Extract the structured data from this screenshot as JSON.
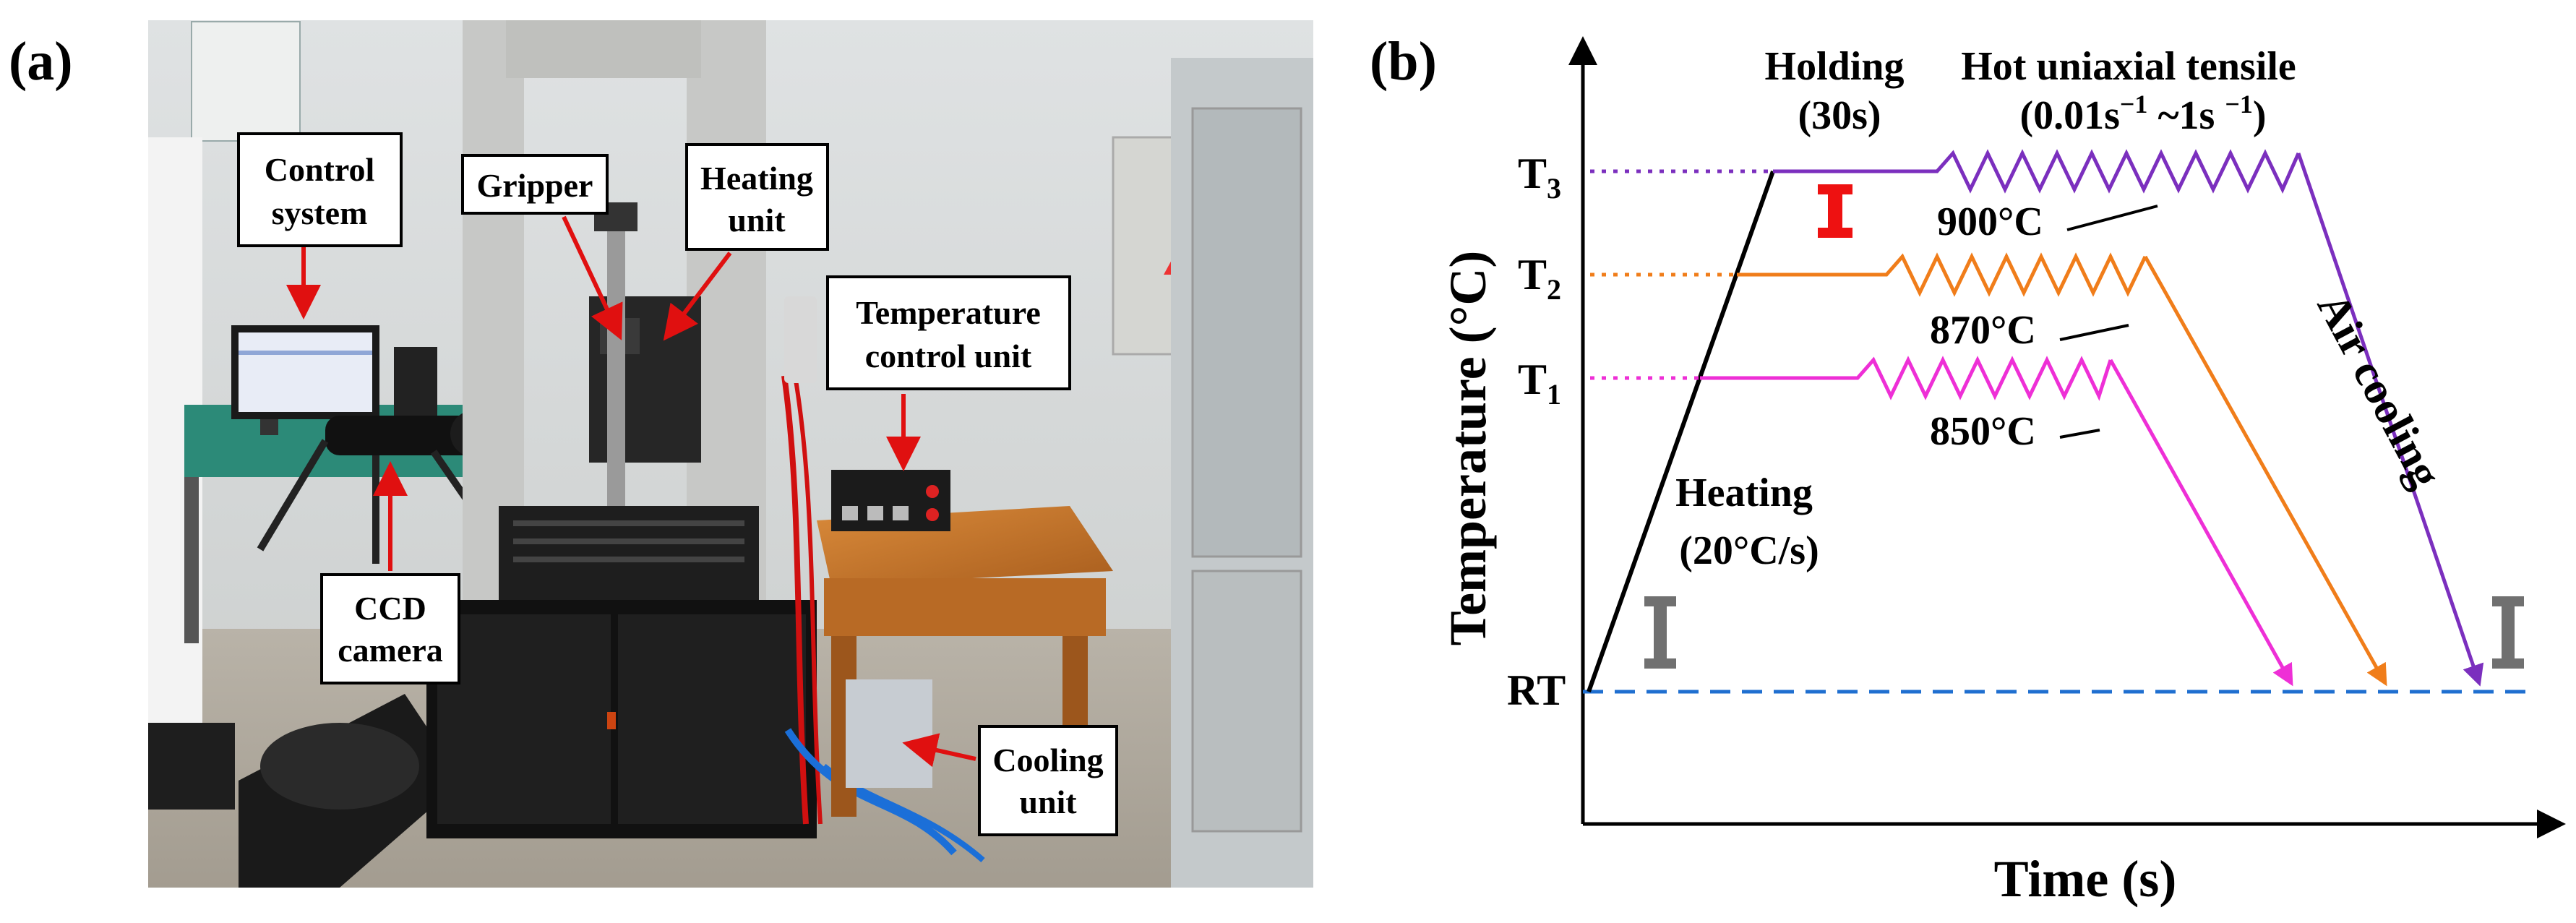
{
  "panel_a": {
    "label": "(a)",
    "callouts": {
      "control_system": [
        "Control",
        "system"
      ],
      "gripper": [
        "Gripper"
      ],
      "heating_unit": [
        "Heating",
        "unit"
      ],
      "temperature_control_unit": [
        "Temperature",
        "control unit"
      ],
      "ccd_camera": [
        "CCD",
        "camera"
      ],
      "cooling_unit": [
        "Cooling",
        "unit"
      ]
    },
    "colors": {
      "callout_arrow": "#e01010"
    }
  },
  "panel_b": {
    "label": "(b)",
    "y_axis_label": "Temperature (°C)",
    "x_axis_label": "Time (s)",
    "levels": {
      "t3": {
        "main": "T",
        "sub": "3"
      },
      "t2": {
        "main": "T",
        "sub": "2"
      },
      "t1": {
        "main": "T",
        "sub": "1"
      },
      "rt": "RT"
    },
    "annotations": {
      "holding": [
        "Holding",
        "(30s)"
      ],
      "tensile_line1": "Hot uniaxial tensile",
      "rate_a": "(0.01s",
      "rate_sup1": "−1",
      "rate_b": " ~1s ",
      "rate_sup2": "−1",
      "rate_c": ")",
      "temp_900": "900°C",
      "temp_870": "870°C",
      "temp_850": "850°C",
      "heating": [
        "Heating",
        "(20°C/s)"
      ],
      "air_cooling": "Air cooling"
    },
    "colors": {
      "t3": "#7b2fbe",
      "t2": "#f07d1a",
      "t1": "#ee2fd6",
      "rt": "#1f6fd0",
      "heating": "#000000",
      "specimen_hot": "#ee1111",
      "specimen_cold": "#707070"
    }
  }
}
